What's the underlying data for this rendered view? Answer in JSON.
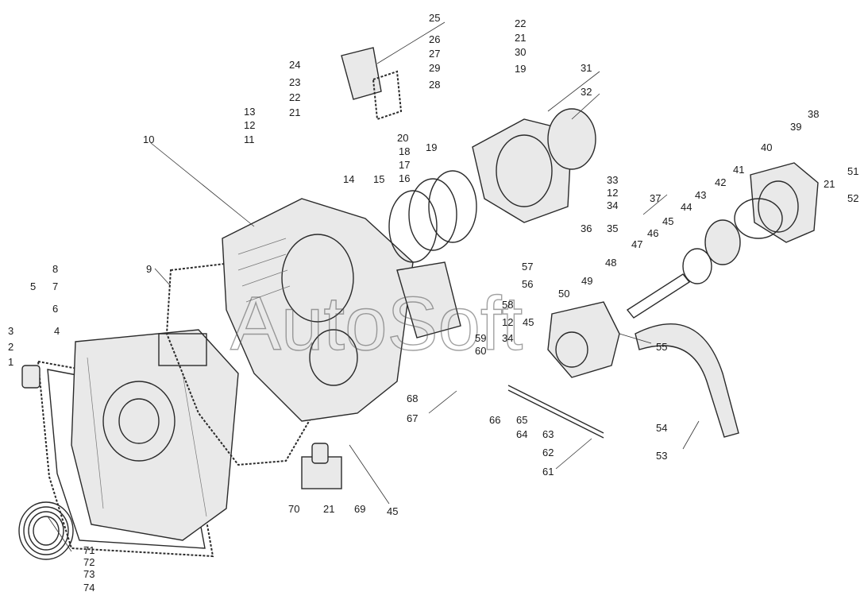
{
  "diagram": {
    "watermark": "AutoSoft",
    "callouts": [
      "1",
      "2",
      "3",
      "4",
      "5",
      "6",
      "7",
      "8",
      "9",
      "10",
      "11",
      "12",
      "12",
      "12",
      "13",
      "14",
      "15",
      "16",
      "17",
      "18",
      "19",
      "19",
      "20",
      "21",
      "21",
      "21",
      "21",
      "22",
      "22",
      "23",
      "24",
      "25",
      "26",
      "27",
      "28",
      "29",
      "30",
      "31",
      "32",
      "33",
      "34",
      "34",
      "35",
      "36",
      "37",
      "38",
      "39",
      "40",
      "41",
      "42",
      "43",
      "44",
      "45",
      "45",
      "45",
      "46",
      "47",
      "48",
      "49",
      "50",
      "51",
      "52",
      "53",
      "54",
      "55",
      "56",
      "57",
      "58",
      "59",
      "60",
      "61",
      "62",
      "63",
      "64",
      "65",
      "66",
      "67",
      "68",
      "69",
      "70",
      "71",
      "72",
      "73",
      "74"
    ]
  }
}
